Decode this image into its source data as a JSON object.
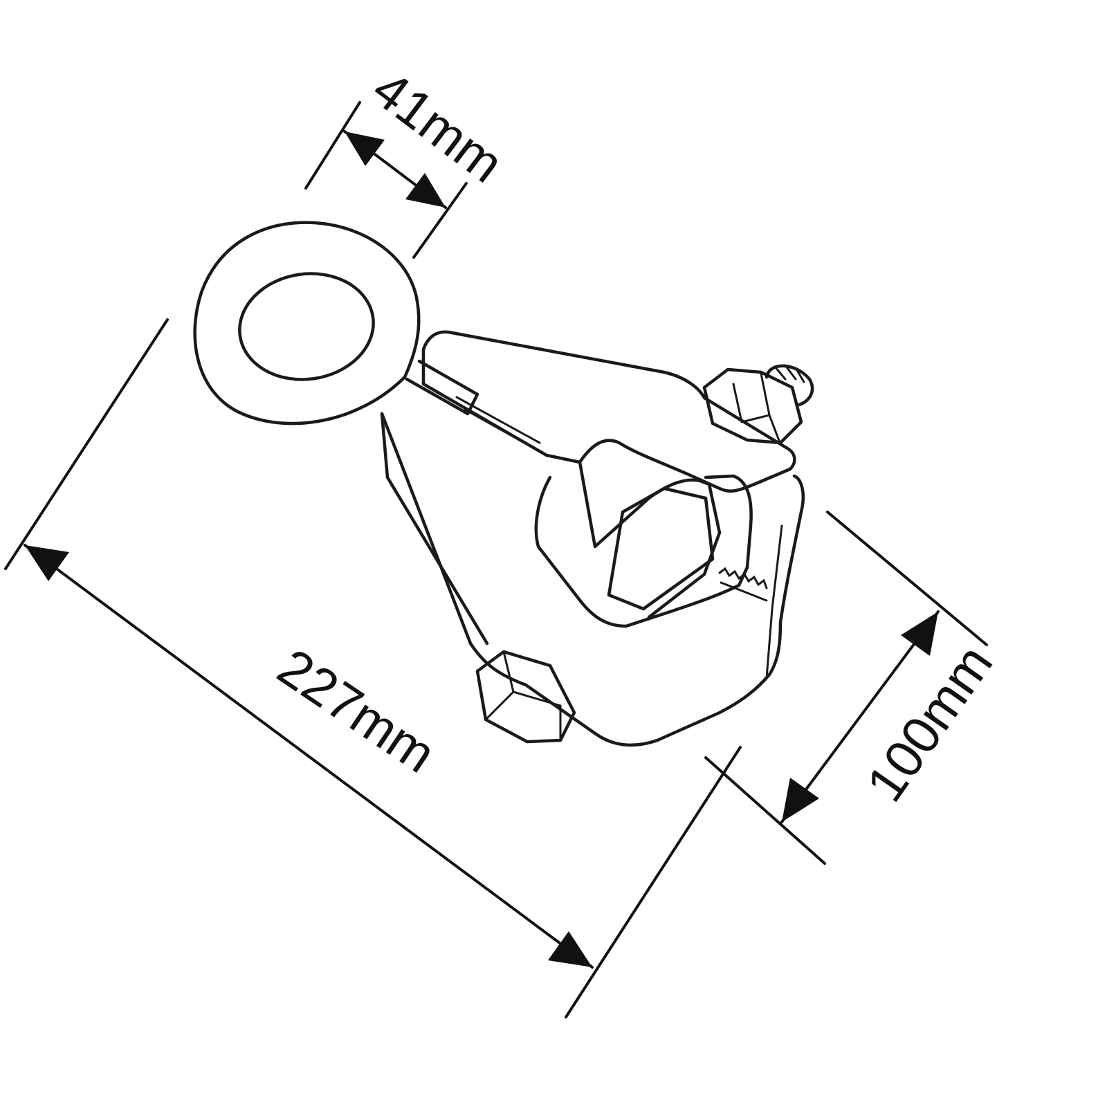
{
  "dimensions": {
    "ring_width": {
      "value": 41,
      "unit": "mm",
      "label": "41mm"
    },
    "overall_length": {
      "value": 227,
      "unit": "mm",
      "label": "227mm"
    },
    "body_width": {
      "value": 100,
      "unit": "mm",
      "label": "100mm"
    }
  },
  "colors": {
    "line": "#1a1a1a",
    "background": "#ffffff"
  }
}
